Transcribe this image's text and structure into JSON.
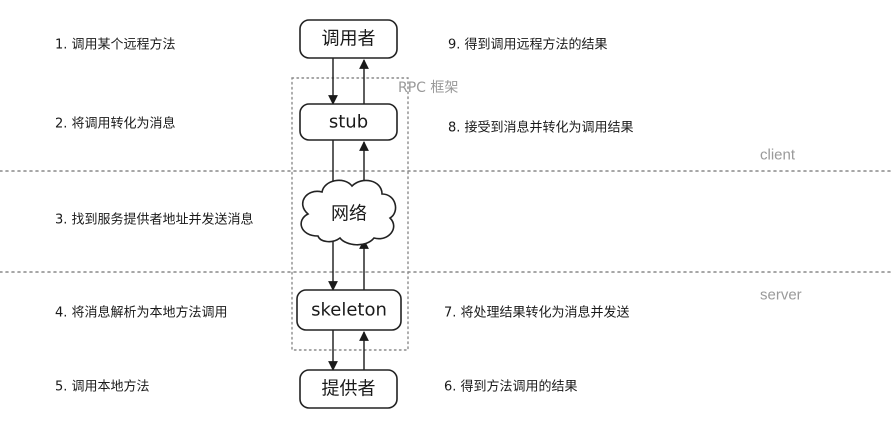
{
  "nodes": {
    "caller": "调用者",
    "stub": "stub",
    "network": "网络",
    "skeleton": "skeleton",
    "provider": "提供者"
  },
  "framework_label": "RPC 框架",
  "zones": {
    "client": "client",
    "server": "server"
  },
  "steps_left": [
    "1. 调用某个远程方法",
    "2. 将调用转化为消息",
    "3. 找到服务提供者地址并发送消息",
    "4. 将消息解析为本地方法调用",
    "5. 调用本地方法"
  ],
  "steps_right": [
    "9. 得到调用远程方法的结果",
    "8. 接受到消息并转化为调用结果",
    "7. 将处理结果转化为消息并发送",
    "6. 得到方法调用的结果"
  ]
}
